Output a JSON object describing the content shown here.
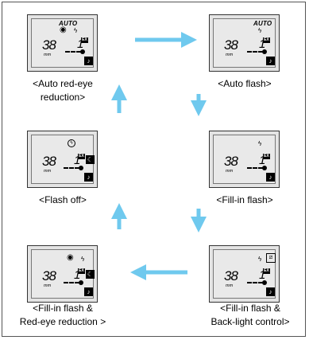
{
  "lcd": {
    "number": "38",
    "unit": "mm",
    "frame": "1",
    "ex_badge": "EX",
    "auto_text": "AUTO",
    "bolt": "ϟ",
    "eye": "◉",
    "noflash": "ϟ",
    "moon": "☾",
    "music": "♪",
    "backlight": "⧄"
  },
  "labels": {
    "auto_red_eye": "<Auto red-eye reduction>",
    "auto_red_eye_l1": "<Auto red-eye",
    "auto_red_eye_l2": "reduction>",
    "auto_flash": "<Auto flash>",
    "flash_off": "<Flash off>",
    "fill_in_flash": "<Fill-in flash>",
    "fill_red_eye_l1": "<Fill-in flash &",
    "fill_red_eye_l2": "Red-eye reduction >",
    "fill_backlight_l1": "<Fill-in flash &",
    "fill_backlight_l2": "Back-light control>"
  },
  "colors": {
    "arrow": "#6fc9ee"
  }
}
